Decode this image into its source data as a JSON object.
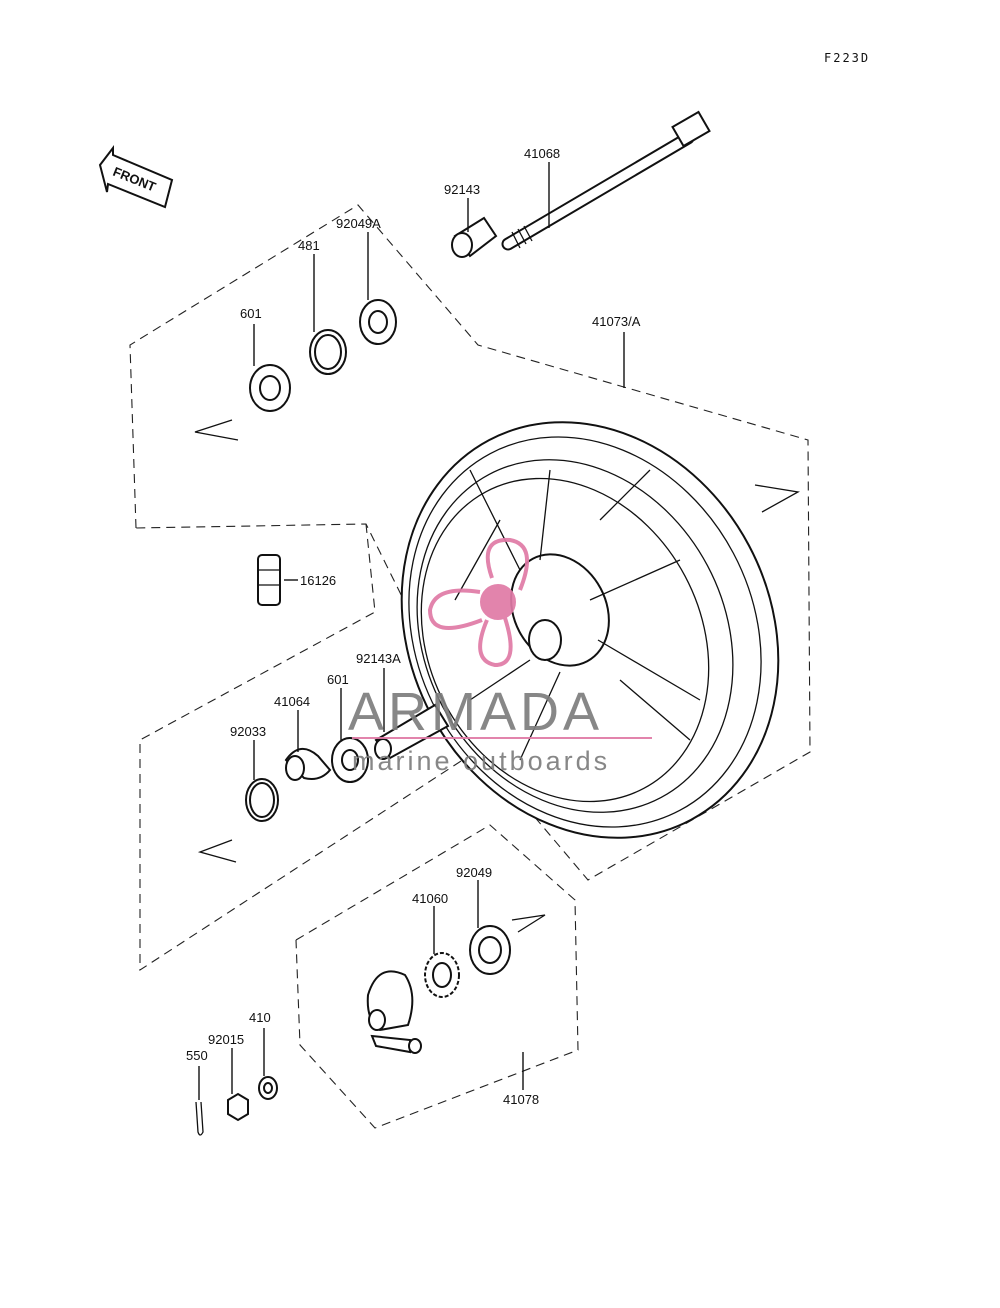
{
  "page_code": "F223D",
  "front_label": "FRONT",
  "watermark": {
    "brand": "ARMADA",
    "tagline": "marine outboards",
    "accent_color": "#e07aa6",
    "text_color": "#7d7d7d"
  },
  "parts": {
    "axle": "41068",
    "collar_top": "92143",
    "oil_seal_top": "92049A",
    "circlip_481": "481",
    "bearing_top": "601",
    "wheel": "41073/A",
    "valve": "16126",
    "collar_mid": "92143A",
    "bearing_mid": "601",
    "hub_cap": "41064",
    "snap_ring": "92033",
    "oil_seal_bottom": "92049",
    "gear": "41060",
    "gear_housing": "41078",
    "washer": "410",
    "nut": "92015",
    "cotter_pin": "550"
  }
}
